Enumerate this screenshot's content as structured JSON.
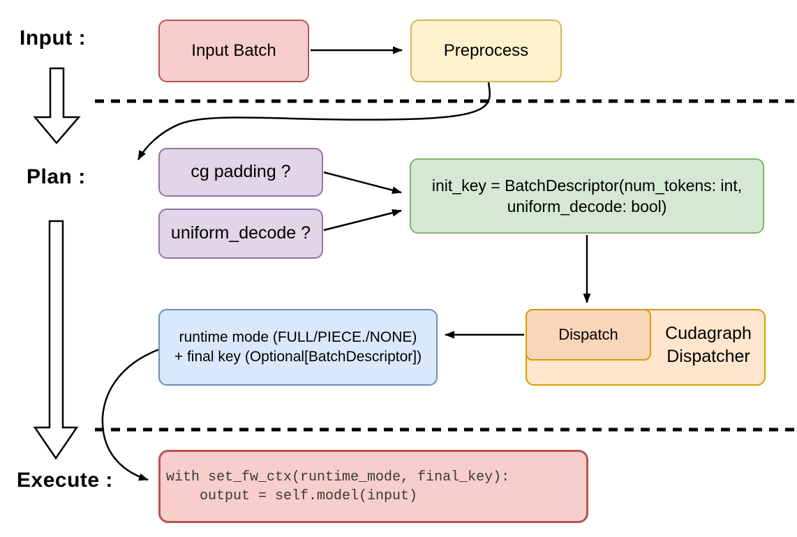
{
  "stages": {
    "input_label": "Input :",
    "plan_label": "Plan :",
    "execute_label": "Execute :"
  },
  "nodes": {
    "input_batch": {
      "label": "Input Batch"
    },
    "preprocess": {
      "label": "Preprocess"
    },
    "cg_padding": {
      "label": "cg padding ?"
    },
    "uniform_decode": {
      "label": "uniform_decode ?"
    },
    "init_key": {
      "line1": "init_key = BatchDescriptor(num_tokens: int,",
      "line2": "uniform_decode: bool)"
    },
    "dispatch": {
      "label": "Dispatch"
    },
    "cudagraph_dispatcher": {
      "line1": "Cudagraph",
      "line2": "Dispatcher"
    },
    "runtime_result": {
      "line1": "runtime mode (FULL/PIECE./NONE)",
      "line2": "+ final key (Optional[BatchDescriptor])"
    },
    "execute_code": {
      "line1": "with set_fw_ctx(runtime_mode, final_key):",
      "line2": "    output = self.model(input)"
    }
  },
  "colors": {
    "red_fill": "#f8cecc",
    "red_stroke": "#b85450",
    "yellow_fill": "#fff2cc",
    "yellow_stroke": "#d6b656",
    "purple_fill": "#e1d5e7",
    "purple_stroke": "#9673a6",
    "green_fill": "#d5e8d4",
    "green_stroke": "#82b366",
    "blue_fill": "#dae8fc",
    "blue_stroke": "#6c8ebf",
    "orange_outer_fill": "#ffe6cc",
    "orange_inner_fill": "#f9d6b9",
    "orange_stroke": "#d79b00",
    "connector": "#000000",
    "code_text": "#3a3a3a"
  }
}
